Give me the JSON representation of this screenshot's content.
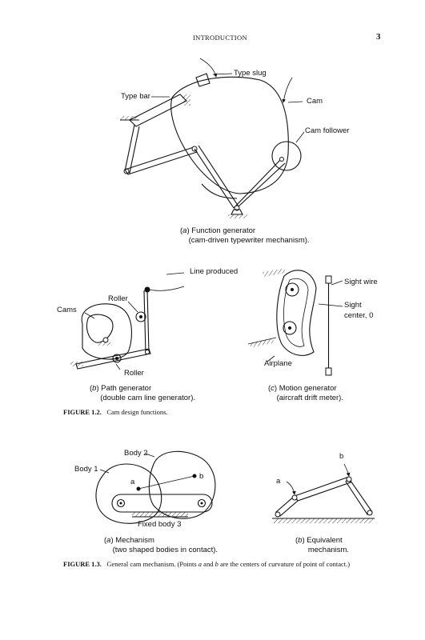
{
  "header": {
    "title": "INTRODUCTION",
    "page": "3"
  },
  "fig12": {
    "a": {
      "labels": {
        "type_slug": "Type slug",
        "type_bar": "Type bar",
        "cam": "Cam",
        "cam_follower": "Cam follower"
      },
      "caption_tag": "a",
      "caption_line1": "Function generator",
      "caption_line2": "(cam-driven typewriter mechanism)."
    },
    "b": {
      "labels": {
        "line_produced": "Line produced",
        "roller_top": "Roller",
        "cams": "Cams",
        "roller_bottom": "Roller"
      },
      "caption_tag": "b",
      "caption_line1": "Path generator",
      "caption_line2": "(double cam line generator)."
    },
    "c": {
      "labels": {
        "sight_wire": "Sight wire",
        "sight_center_1": "Sight",
        "sight_center_2": "center, 0",
        "airplane": "Airplane"
      },
      "caption_tag": "c",
      "caption_line1": "Motion generator",
      "caption_line2": "(aircraft drift meter)."
    },
    "figure_label": "FIGURE 1.2.",
    "figure_text": "Cam design functions."
  },
  "fig13": {
    "a": {
      "labels": {
        "body2": "Body 2",
        "body1": "Body 1",
        "a": "a",
        "b": "b",
        "fixed_body": "Fixed body 3"
      },
      "caption_tag": "a",
      "caption_line1": "Mechanism",
      "caption_line2": "(two shaped bodies in contact)."
    },
    "b": {
      "labels": {
        "a": "a",
        "b": "b"
      },
      "caption_tag": "b",
      "caption_line1": "Equivalent",
      "caption_line2": "mechanism."
    },
    "figure_label": "FIGURE 1.3.",
    "figure_text_1": "General cam mechanism. (Points",
    "figure_a": "a",
    "figure_and": "and",
    "figure_b": "b",
    "figure_text_2": "are the centers of curvature of point",
    "figure_text_3": "of contact.)"
  }
}
